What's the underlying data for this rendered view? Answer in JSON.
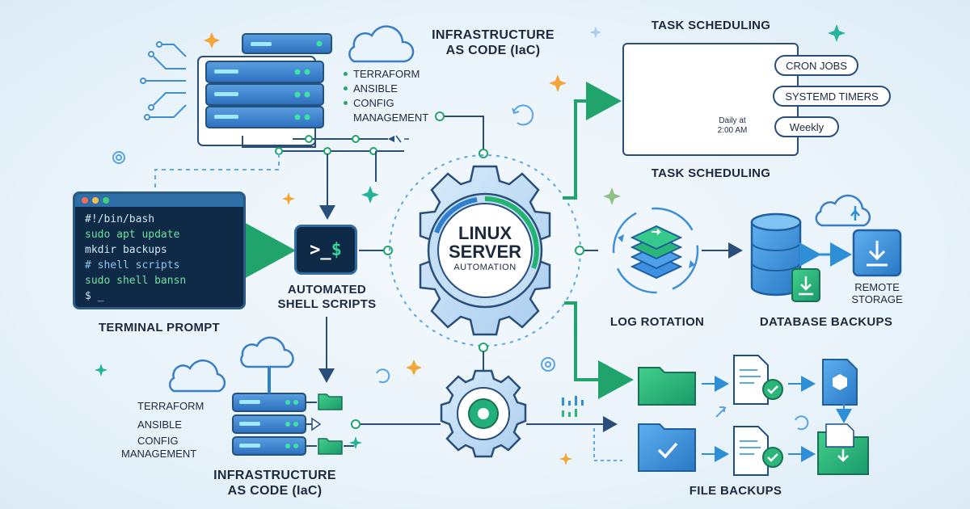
{
  "center": {
    "line1": "LINUX",
    "line2": "SERVER",
    "line3": "AUTOMATION"
  },
  "iac_top": {
    "title_line1": "INFRASTRUCTURE",
    "title_line2": "AS CODE (IaC)",
    "items": [
      "TERRAFORM",
      "ANSIBLE",
      "CONFIG",
      "MANAGEMENT"
    ]
  },
  "iac_bottom": {
    "title_line1": "INFRASTRUCTURE",
    "title_line2": "AS CODE (IaC)",
    "items": [
      "TERRAFORM",
      "ANSIBLE",
      "CONFIG",
      "MANAGEMENT"
    ]
  },
  "terminal": {
    "label": "TERMINAL PROMPT",
    "lines": [
      "#!/bin/bash",
      "sudo apt update",
      "mkdir backups",
      "# shell scripts",
      "sudo shell bansn",
      "$ _"
    ]
  },
  "shell": {
    "prompt": ">_",
    "dollar": "$",
    "label_line1": "AUTOMATED",
    "label_line2": "SHELL SCRIPTS"
  },
  "task_scheduling": {
    "title_top": "TASK SCHEDULING",
    "title_bottom": "TASK SCHEDULING",
    "pills": [
      "CRON JOBS",
      "SYSTEMD TIMERS",
      "Weekly"
    ],
    "calendar_note_line1": "Daily at",
    "calendar_note_line2": "2:00 AM"
  },
  "log_rotation": {
    "label": "LOG ROTATION"
  },
  "database_backups": {
    "label": "DATABASE BACKUPS",
    "remote_line1": "REMOTE",
    "remote_line2": "STORAGE"
  },
  "file_backups": {
    "label": "FILE BACKUPS"
  },
  "colors": {
    "accent_green": "#2bb673",
    "accent_blue": "#2f7fd0",
    "navy": "#1c2a3e",
    "teal": "#19b0a8"
  }
}
